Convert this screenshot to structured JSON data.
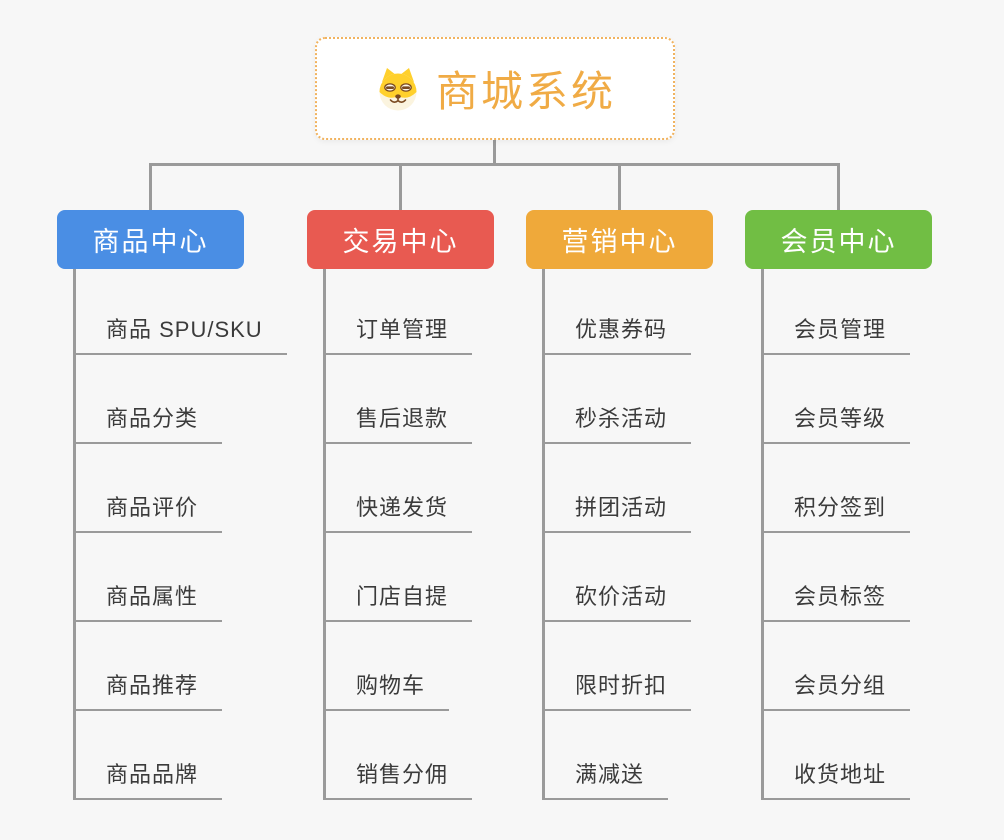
{
  "page_bg": "#f7f7f7",
  "connectors": {
    "color": "#9a9a9a"
  },
  "root": {
    "title": "商城系统",
    "icon": "shiba-dog-icon",
    "title_color": "#f0ab45",
    "border_color": "#f1b35f",
    "bg": "#ffffff"
  },
  "branches": [
    {
      "label": "商品中心",
      "color": "#4a8ee4",
      "children": [
        "商品 SPU/SKU",
        "商品分类",
        "商品评价",
        "商品属性",
        "商品推荐",
        "商品品牌"
      ]
    },
    {
      "label": "交易中心",
      "color": "#e85a51",
      "children": [
        "订单管理",
        "售后退款",
        "快递发货",
        "门店自提",
        "购物车",
        "销售分佣"
      ]
    },
    {
      "label": "营销中心",
      "color": "#efa93a",
      "children": [
        "优惠券码",
        "秒杀活动",
        "拼团活动",
        "砍价活动",
        "限时折扣",
        "满减送"
      ]
    },
    {
      "label": "会员中心",
      "color": "#71be44",
      "children": [
        "会员管理",
        "会员等级",
        "积分签到",
        "会员标签",
        "会员分组",
        "收货地址"
      ]
    }
  ]
}
